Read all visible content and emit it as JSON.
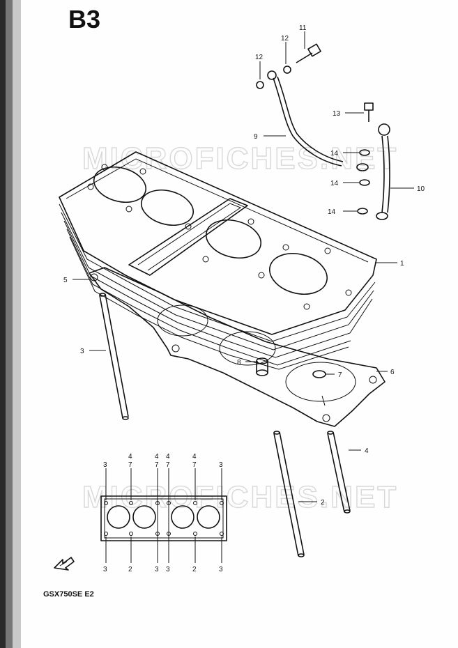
{
  "page": {
    "section_code": "B3",
    "model_label": "GSX750SE E2",
    "watermarks": [
      "MICROFICHES.NET",
      "MICROFICHES.NET"
    ]
  },
  "callouts": [
    {
      "id": "c1",
      "text": "1"
    },
    {
      "id": "c2",
      "text": "2"
    },
    {
      "id": "c3",
      "text": "3"
    },
    {
      "id": "c4",
      "text": "4"
    },
    {
      "id": "c5",
      "text": "5"
    },
    {
      "id": "c6",
      "text": "6"
    },
    {
      "id": "c7",
      "text": "7"
    },
    {
      "id": "c8",
      "text": "8"
    },
    {
      "id": "c9",
      "text": "9"
    },
    {
      "id": "c10",
      "text": "10"
    },
    {
      "id": "c11",
      "text": "11"
    },
    {
      "id": "c12a",
      "text": "12"
    },
    {
      "id": "c12b",
      "text": "12"
    },
    {
      "id": "c13",
      "text": "13"
    },
    {
      "id": "c14a",
      "text": "14"
    },
    {
      "id": "c14b",
      "text": "14"
    },
    {
      "id": "c14c",
      "text": "14"
    }
  ],
  "stud_pattern": {
    "top_row": [
      "3",
      "4",
      "4",
      "4",
      "4",
      "3"
    ],
    "top_row_sub": [
      "7",
      "7",
      "7",
      "7"
    ],
    "bottom_row": [
      "3",
      "2",
      "3",
      "3",
      "2",
      "3"
    ]
  }
}
